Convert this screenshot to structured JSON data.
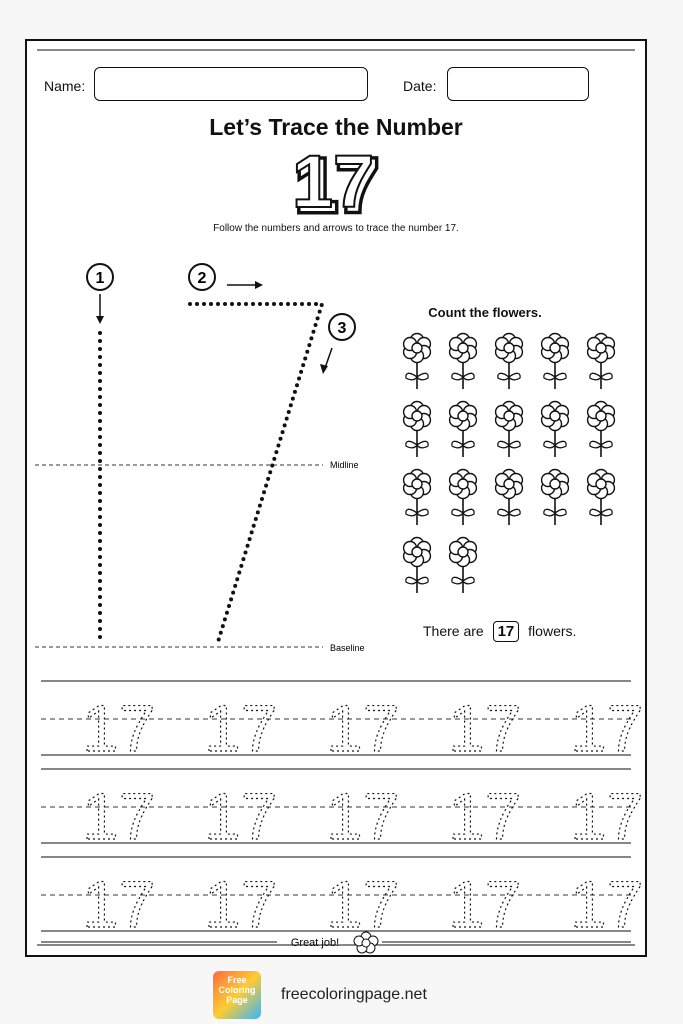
{
  "worksheet": {
    "name_label": "Name:",
    "date_label": "Date:",
    "title": "Let’s Trace the Number",
    "big_number": "17",
    "instruction": "Follow the numbers and arrows to trace the number 17.",
    "steps": [
      "1",
      "2",
      "3"
    ],
    "midline_label": "Midline",
    "baseline_label": "Baseline",
    "count_title": "Count the flowers.",
    "answer_prefix": "There are",
    "answer_value": "17",
    "answer_suffix": "flowers.",
    "flower_count": 17,
    "practice_number": "17",
    "practice_rows": 3,
    "practice_per_row": 5,
    "closing_text": "Great job!"
  },
  "footer": {
    "logo_text": "Free Coloring Page",
    "site": "freecoloringpage.net"
  }
}
